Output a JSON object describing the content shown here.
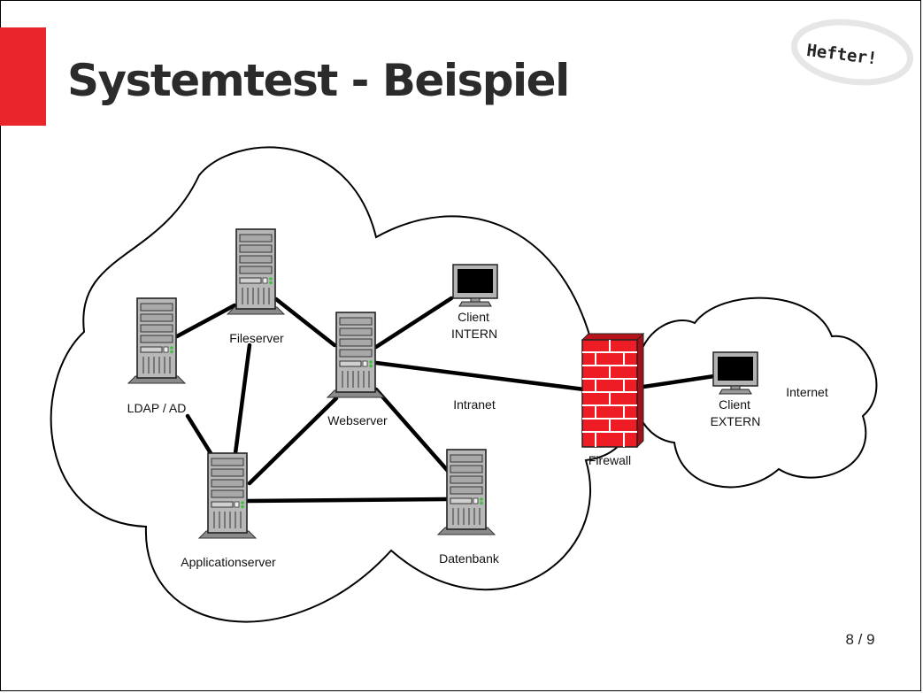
{
  "slide": {
    "title": "Systemtest - Beispiel",
    "stamp": "Hefter!",
    "page_number": "8 / 9"
  },
  "colors": {
    "accent": "#e8262c",
    "firewall": "#ee1c24",
    "server": "#b8b8b8",
    "monitor_screen": "#000000"
  },
  "diagram": {
    "zones": {
      "intranet": "Intranet",
      "internet": "Internet"
    },
    "nodes": {
      "ldap": "LDAP / AD",
      "fileserver": "Fileserver",
      "webserver": "Webserver",
      "appserver": "Applicationserver",
      "datenbank": "Datenbank",
      "client_intern_1": "Client",
      "client_intern_2": "INTERN",
      "firewall": "Firewall",
      "client_extern_1": "Client",
      "client_extern_2": "EXTERN"
    }
  }
}
